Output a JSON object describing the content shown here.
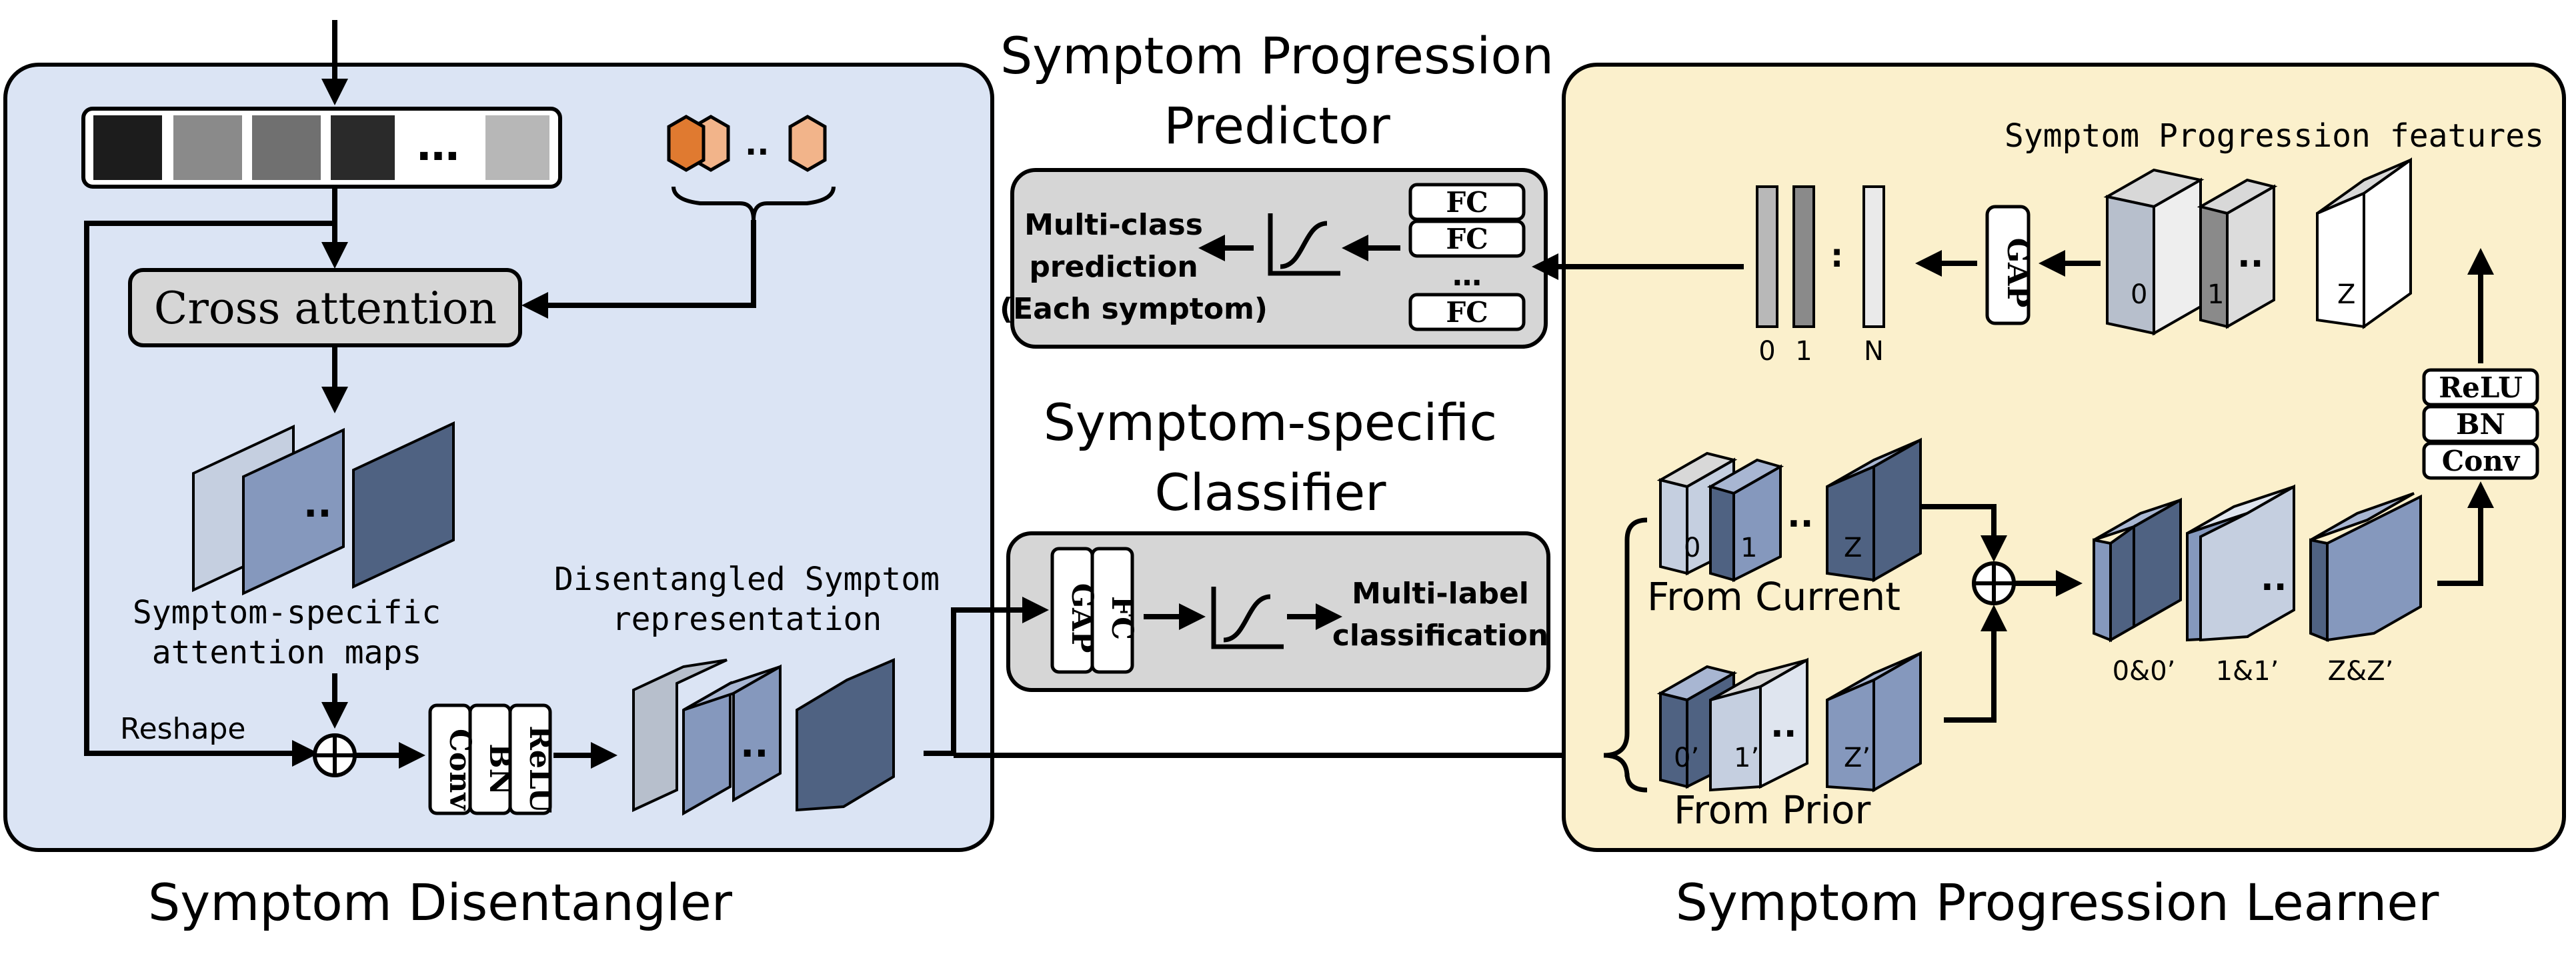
{
  "titles": {
    "left": "Symptom Disentangler",
    "right": "Symptom Progression Learner",
    "predictor_line1": "Symptom Progression",
    "predictor_line2": "Predictor",
    "classifier_line1": "Symptom-specific",
    "classifier_line2": "Classifier"
  },
  "disentangler": {
    "cross_attention": "Cross attention",
    "attention_maps_line1": "Symptom-specific",
    "attention_maps_line2": "attention maps",
    "reshape": "Reshape",
    "representation_line1": "Disentangled Symptom",
    "representation_line2": "representation",
    "block": [
      "Conv",
      "BN",
      "ReLU"
    ],
    "ellipsis": "…"
  },
  "predictor": {
    "fc": [
      "FC",
      "FC",
      "…",
      "FC"
    ],
    "prediction_line1": "Multi-class",
    "prediction_line2": "prediction",
    "prediction_line3": "(Each symptom)"
  },
  "classifier": {
    "gap": "GAP",
    "fc": "FC",
    "out_line1": "Multi-label",
    "out_line2": "classification"
  },
  "learner": {
    "features": "Symptom Progression features",
    "gap": "GAP",
    "vec_labels": [
      "0",
      "1",
      "N"
    ],
    "feature_labels": [
      "0",
      "1",
      "Z"
    ],
    "block": [
      "ReLU",
      "BN",
      "Conv"
    ],
    "current_labels": [
      "0",
      "1",
      "Z"
    ],
    "prior_labels": [
      "0’",
      "1’",
      "Z’"
    ],
    "from_current": "From Current",
    "from_prior": "From Prior",
    "pair_labels": [
      "0&0’",
      "1&1’",
      "Z&Z’"
    ]
  },
  "colors": {
    "left_panel": "#dbe4f4",
    "right_panel": "#fbf0cc",
    "gray_box": "#d6d6d6",
    "map_light": "#c5cfe0",
    "map_mid": "#8598bd",
    "map_dark": "#4f6282",
    "hex_dark": "#e07a30",
    "hex_light": "#f2b48a"
  }
}
